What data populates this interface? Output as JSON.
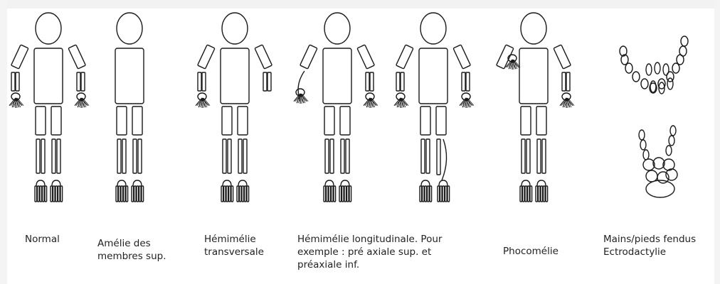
{
  "labels": {
    "normal": {
      "lines": [
        "Normal"
      ]
    },
    "amelia": {
      "lines": [
        "Amélie des",
        "membres sup."
      ]
    },
    "transverse": {
      "lines": [
        "Hémimélie",
        "transversale"
      ]
    },
    "longitudinal": {
      "lines": [
        "Hémimélie longitudinale. Pour",
        "exemple : pré axiale sup. et",
        "préaxiale inf."
      ]
    },
    "phocomelia": {
      "lines": [
        "Phocomélie"
      ]
    },
    "cleft": {
      "lines": [
        "Mains/pieds fendus",
        "Ectrodactylie"
      ]
    }
  },
  "colors": {
    "stroke": "#1a1a1a",
    "background": "#ffffff"
  }
}
